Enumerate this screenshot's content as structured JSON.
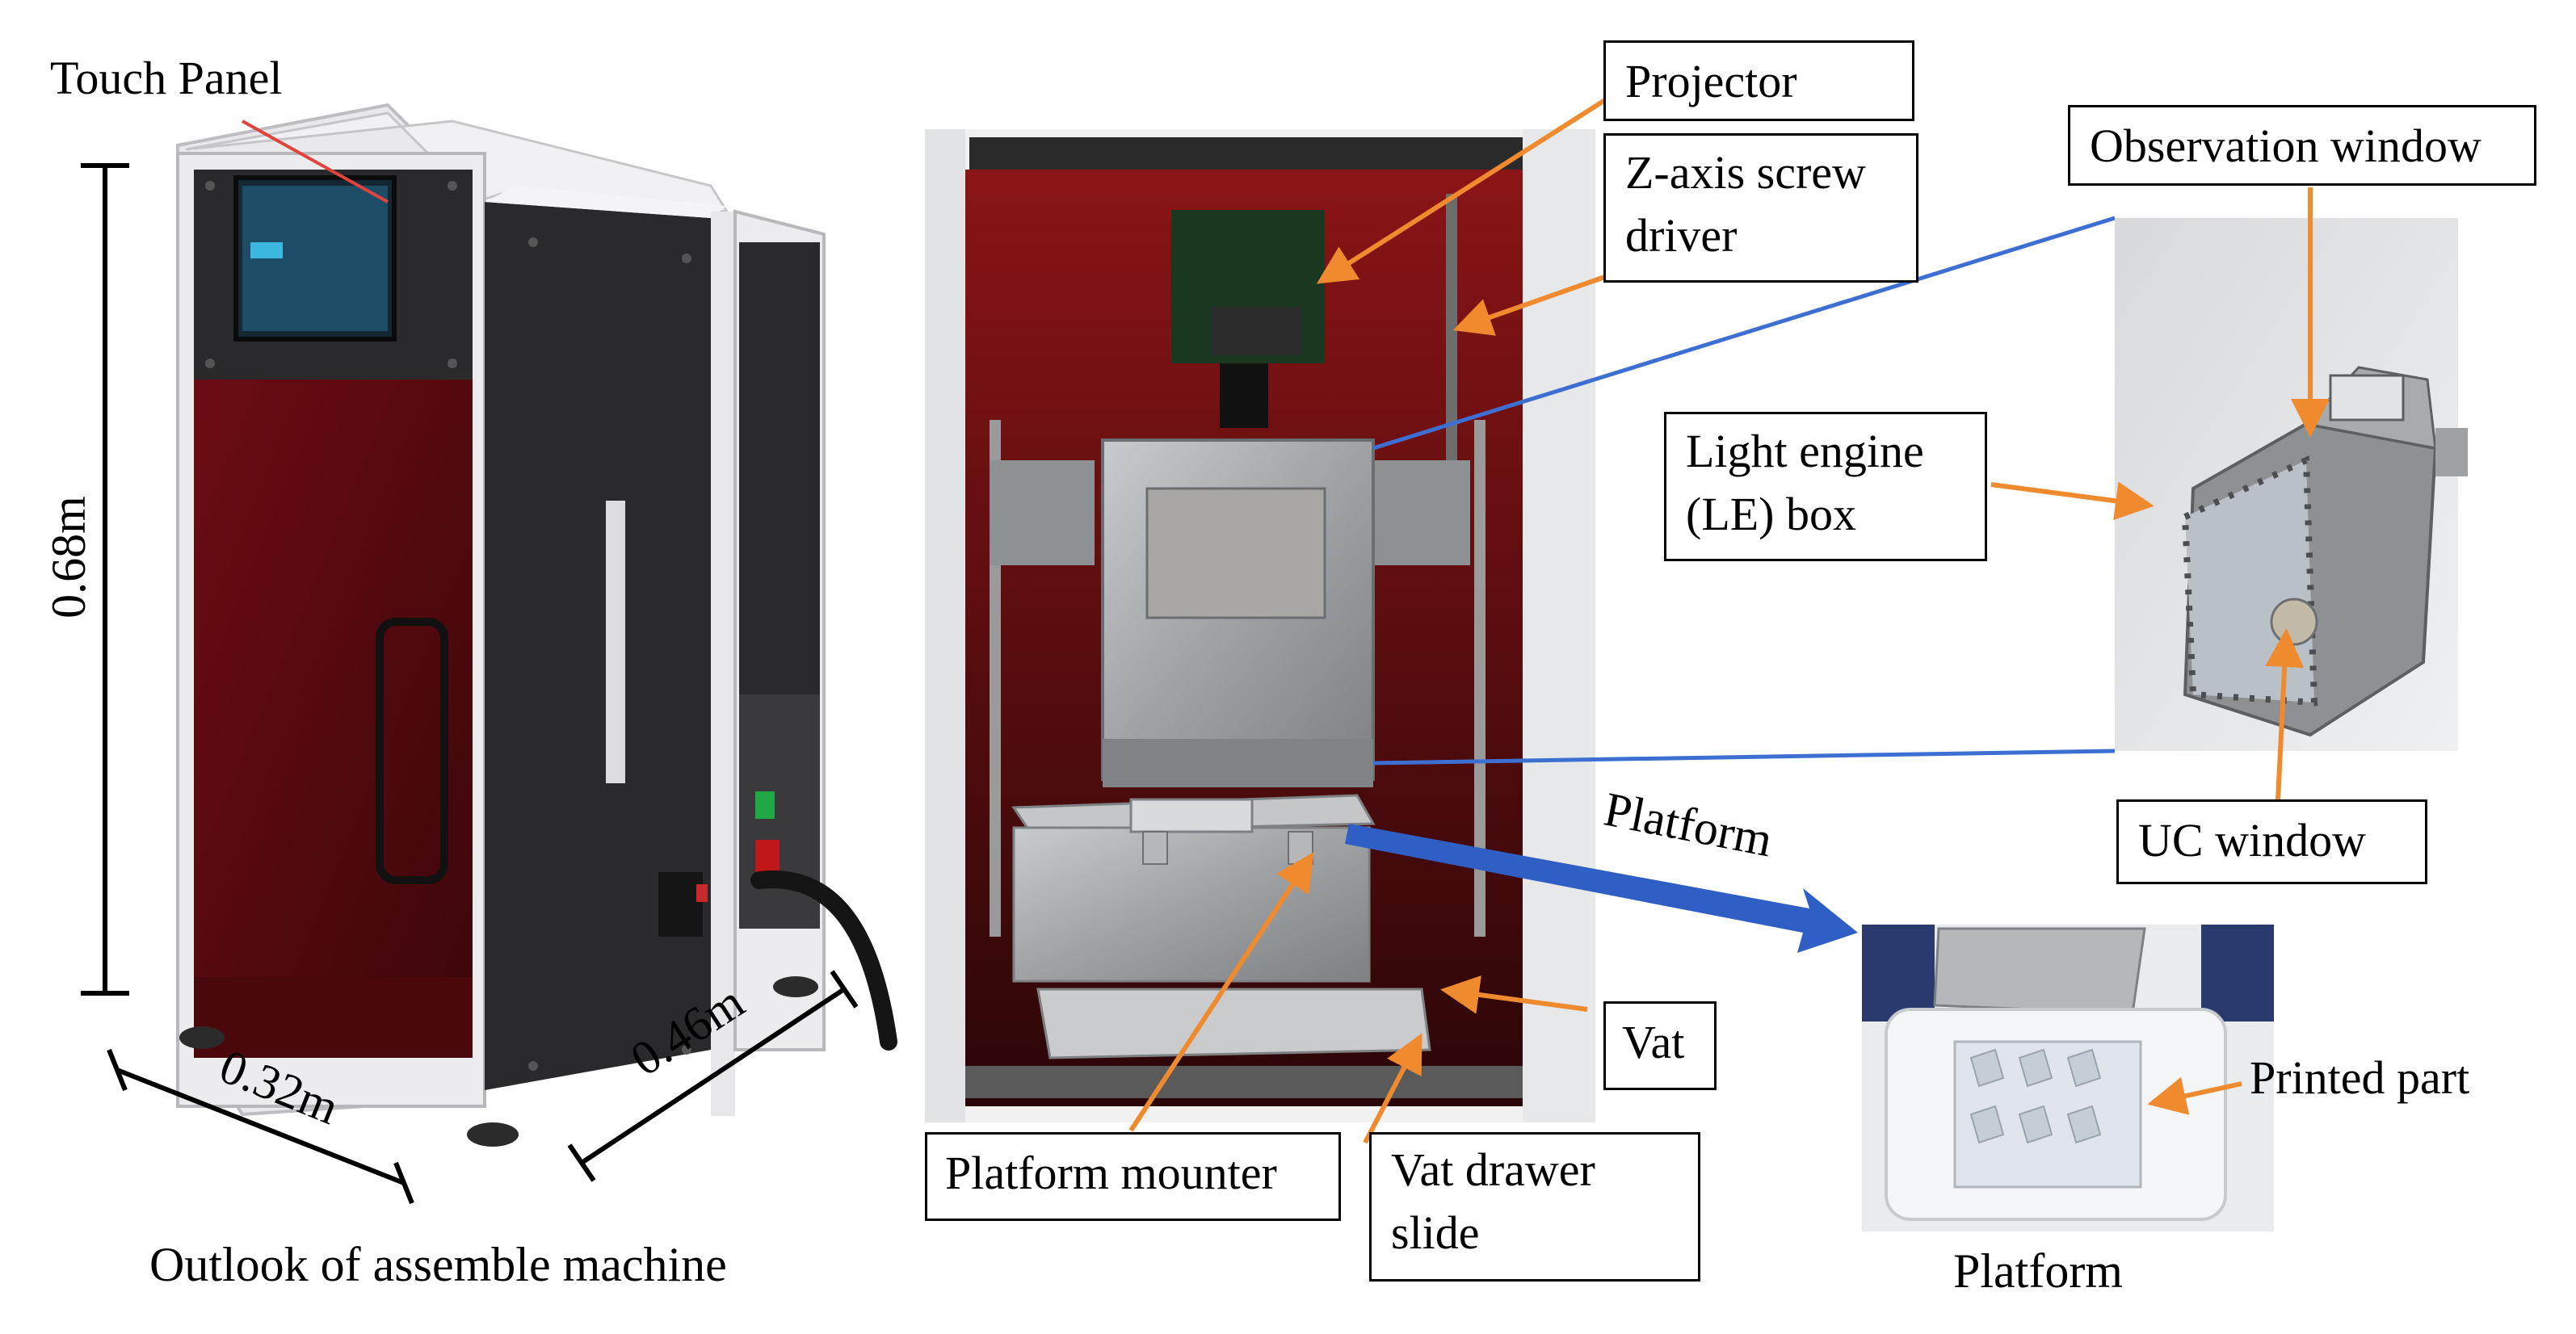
{
  "labels": {
    "touch_panel": "Touch Panel",
    "height_dim": "0.68m",
    "width_dim": "0.32m",
    "depth_dim": "0.46m",
    "machine_caption": "Outlook of assemble machine",
    "projector": "Projector",
    "z_axis_line1": "Z-axis screw",
    "z_axis_line2": "driver",
    "platform_arrow": "Platform",
    "vat": "Vat",
    "platform_mounter": "Platform mounter",
    "vat_drawer_line1": "Vat drawer",
    "vat_drawer_line2": "slide",
    "observation_window": "Observation window",
    "le_box_line1": "Light engine",
    "le_box_line2": "(LE) box",
    "uc_window": "UC window",
    "printed_part": "Printed part",
    "platform_caption": "Platform"
  },
  "colors": {
    "callout_arrow": "#ef8a2e",
    "connector_line": "#3d6fd3",
    "big_arrow": "#2f5fc4",
    "touch_panel_line": "#e0443c",
    "machine_frame": "#e9e9ec",
    "machine_panel": "#2a2a2c",
    "machine_window": "#5a0b12",
    "printer_interior": "#2a0607",
    "metal": "#9da1a4"
  },
  "icons": {
    "callout": "arrow-icon"
  }
}
